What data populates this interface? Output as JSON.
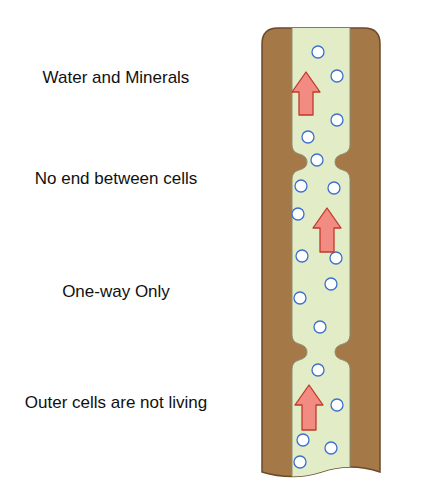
{
  "diagram": {
    "labels": [
      "Water and Minerals",
      "No end between cells",
      "One-way Only",
      "Outer cells are not living"
    ]
  }
}
